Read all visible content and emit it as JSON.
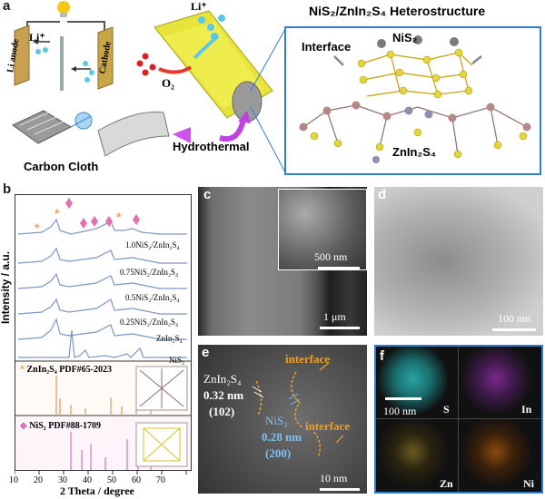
{
  "panel_a": {
    "label": "a",
    "li_plus_left": "Li⁺",
    "li_anode": "Li anode",
    "cathode": "Cathode",
    "li_plus_top": "Li⁺",
    "o2": "O₂",
    "carbon_cloth": "Carbon Cloth",
    "hydrothermal": "Hydrothermal",
    "hetero_title": "NiS₂/ZnIn₂S₄ Heterostructure",
    "interface": "Interface",
    "nis2": "NiS₂",
    "znin2s4": "ZnIn₂S₄"
  },
  "panel_b": {
    "label": "b",
    "ylabel": "Intensity / a.u.",
    "xlabel": "2 Theta / degree",
    "curve_labels": [
      "1.0NiS₂/ZnIn₂S₄",
      "0.75NiS₂/ZnIn₂S₄",
      "0.5NiS₂/ZnIn₂S₄",
      "0.25NiS₂/ZnIn₂S₄",
      "ZnIn₂S₄",
      "NiS₂"
    ],
    "ref1": "ZnIn₂S₄ PDF#65-2023",
    "ref2": "NiS₂ PDF#88-1709",
    "ticks": [
      "10",
      "20",
      "30",
      "40",
      "50",
      "60",
      "70"
    ]
  },
  "panel_c": {
    "label": "c",
    "inset_scale": "500 nm",
    "scale": "1 μm"
  },
  "panel_d": {
    "label": "d",
    "scale": "100 nm"
  },
  "panel_e": {
    "label": "e",
    "interface1": "interface",
    "interface2": "interface",
    "znin2s4": "ZnIn₂S₄",
    "d1": "0.32 nm",
    "hkl1": "(102)",
    "nis2": "NiS₂",
    "d2": "0.28 nm",
    "hkl2": "(200)",
    "scale": "10 nm"
  },
  "panel_f": {
    "label": "f",
    "scale": "100 nm",
    "elements": [
      "S",
      "In",
      "Zn",
      "Ni"
    ]
  },
  "colors": {
    "accent_blue": "#2f7fd0",
    "orange": "#f0a020",
    "pink": "#e070b0",
    "curve": "#7d97c6"
  }
}
